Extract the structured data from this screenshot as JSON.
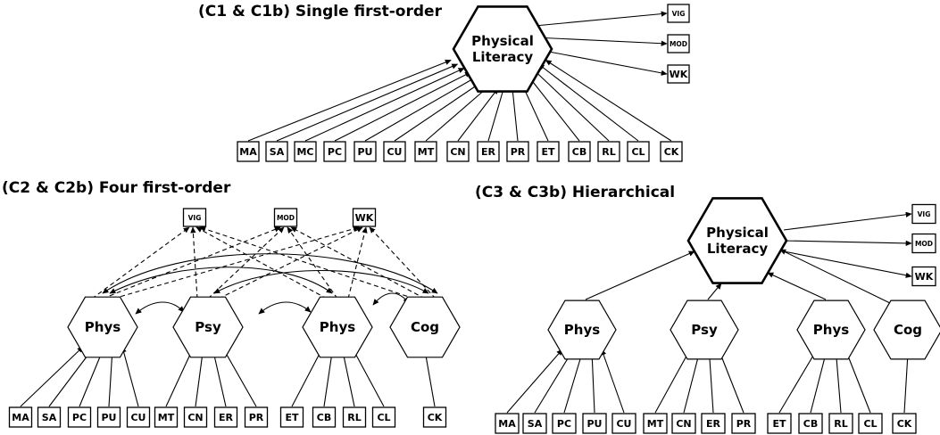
{
  "panels": {
    "c1": {
      "title": "(C1 & C1b) Single first-order",
      "factor": [
        "Physical",
        "Literacy"
      ],
      "indicators": [
        "MA",
        "SA",
        "MC",
        "PC",
        "PU",
        "CU",
        "MT",
        "CN",
        "ER",
        "PR",
        "ET",
        "CB",
        "RL",
        "CL",
        "CK"
      ],
      "outcomes": [
        "VIG",
        "MOD",
        "WK"
      ]
    },
    "c2": {
      "title": "(C2 & C2b) Four first-order",
      "factors": [
        "Phys",
        "Psy",
        "Phys",
        "Cog"
      ],
      "indicators": [
        [
          "MA",
          "SA",
          "PC",
          "PU",
          "CU"
        ],
        [
          "MT",
          "CN",
          "ER",
          "PR"
        ],
        [
          "ET",
          "CB",
          "RL",
          "CL"
        ],
        [
          "CK"
        ]
      ],
      "outcomes": [
        "VIG",
        "MOD",
        "WK"
      ]
    },
    "c3": {
      "title": "(C3 & C3b) Hierarchical",
      "factor": [
        "Physical",
        "Literacy"
      ],
      "factors": [
        "Phys",
        "Psy",
        "Phys",
        "Cog"
      ],
      "indicators": [
        [
          "MA",
          "SA",
          "PC",
          "PU",
          "CU"
        ],
        [
          "MT",
          "CN",
          "ER",
          "PR"
        ],
        [
          "ET",
          "CB",
          "RL",
          "CL"
        ],
        [
          "CK"
        ]
      ],
      "outcomes": [
        "VIG",
        "MOD",
        "WK"
      ]
    }
  }
}
